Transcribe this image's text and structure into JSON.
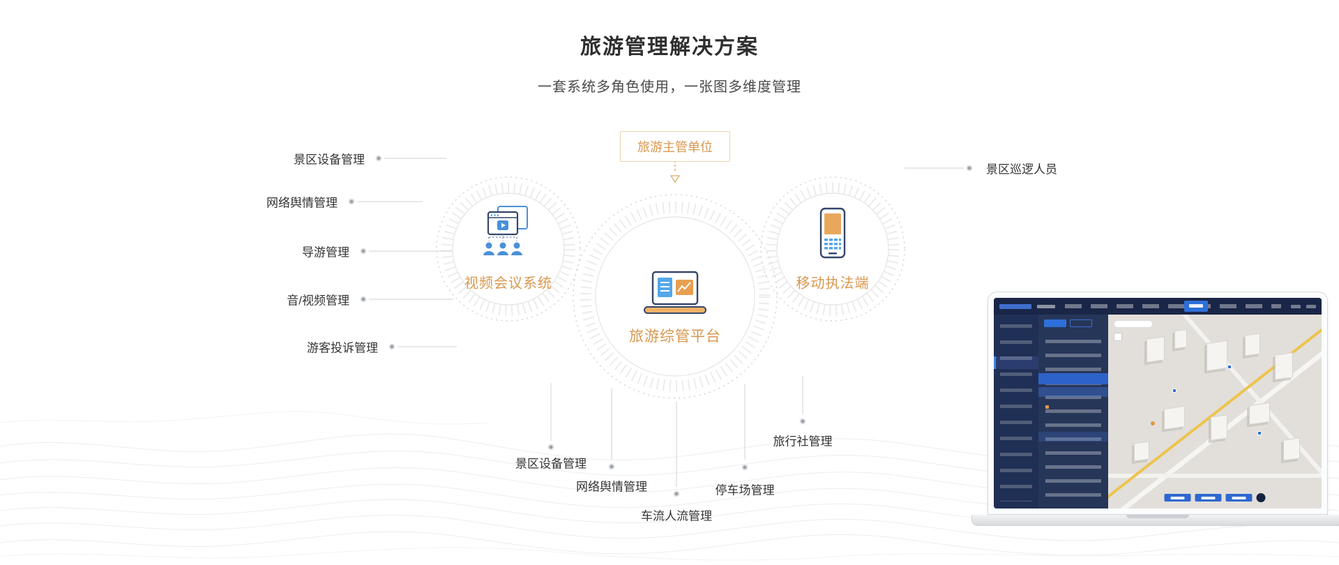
{
  "page": {
    "title": "旅游管理解决方案",
    "subtitle": "一套系统多角色使用，一张图多维度管理"
  },
  "diagram": {
    "authority_label": "旅游主管单位",
    "nodes": {
      "video_system": "视频会议系统",
      "main_platform": "旅游综管平台",
      "mobile_terminal": "移动执法端"
    },
    "left_labels": [
      "景区设备管理",
      "网络舆情管理",
      "导游管理",
      "音/视频管理",
      "游客投诉管理"
    ],
    "right_labels": [
      "景区巡逻人员"
    ],
    "bottom_labels": [
      "景区设备管理",
      "网络舆情管理",
      "车流人流管理",
      "停车场管理",
      "旅行社管理"
    ]
  },
  "icons": {
    "video_system": "video-conference-window-icon",
    "main_platform": "laptop-dashboard-icon",
    "mobile_terminal": "smartphone-icon"
  },
  "colors": {
    "accent_orange": "#D8974E",
    "icon_blue": "#4A90D9",
    "icon_navy": "#35466B",
    "icon_orange_fill": "#E8A85C",
    "connector_gray": "#D9D9D9",
    "title_text": "#2F2F2F"
  }
}
